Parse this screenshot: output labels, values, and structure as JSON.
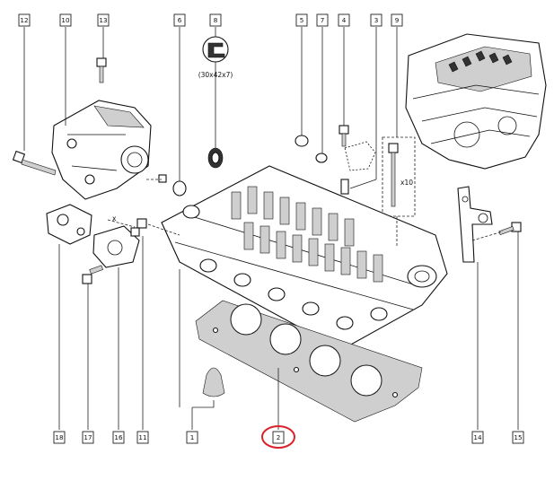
{
  "callouts": [
    "12",
    "10",
    "13",
    "6",
    "8",
    "5",
    "7",
    "4",
    "3",
    "9",
    "18",
    "17",
    "16",
    "11",
    "1",
    "2",
    "14",
    "15"
  ],
  "highlighted_callout": "2",
  "highlight_color": "#d9232a",
  "annotations": {
    "seal_size": "(30x42x7)",
    "bolt_quantity": "x10",
    "dim_marker": "x"
  }
}
